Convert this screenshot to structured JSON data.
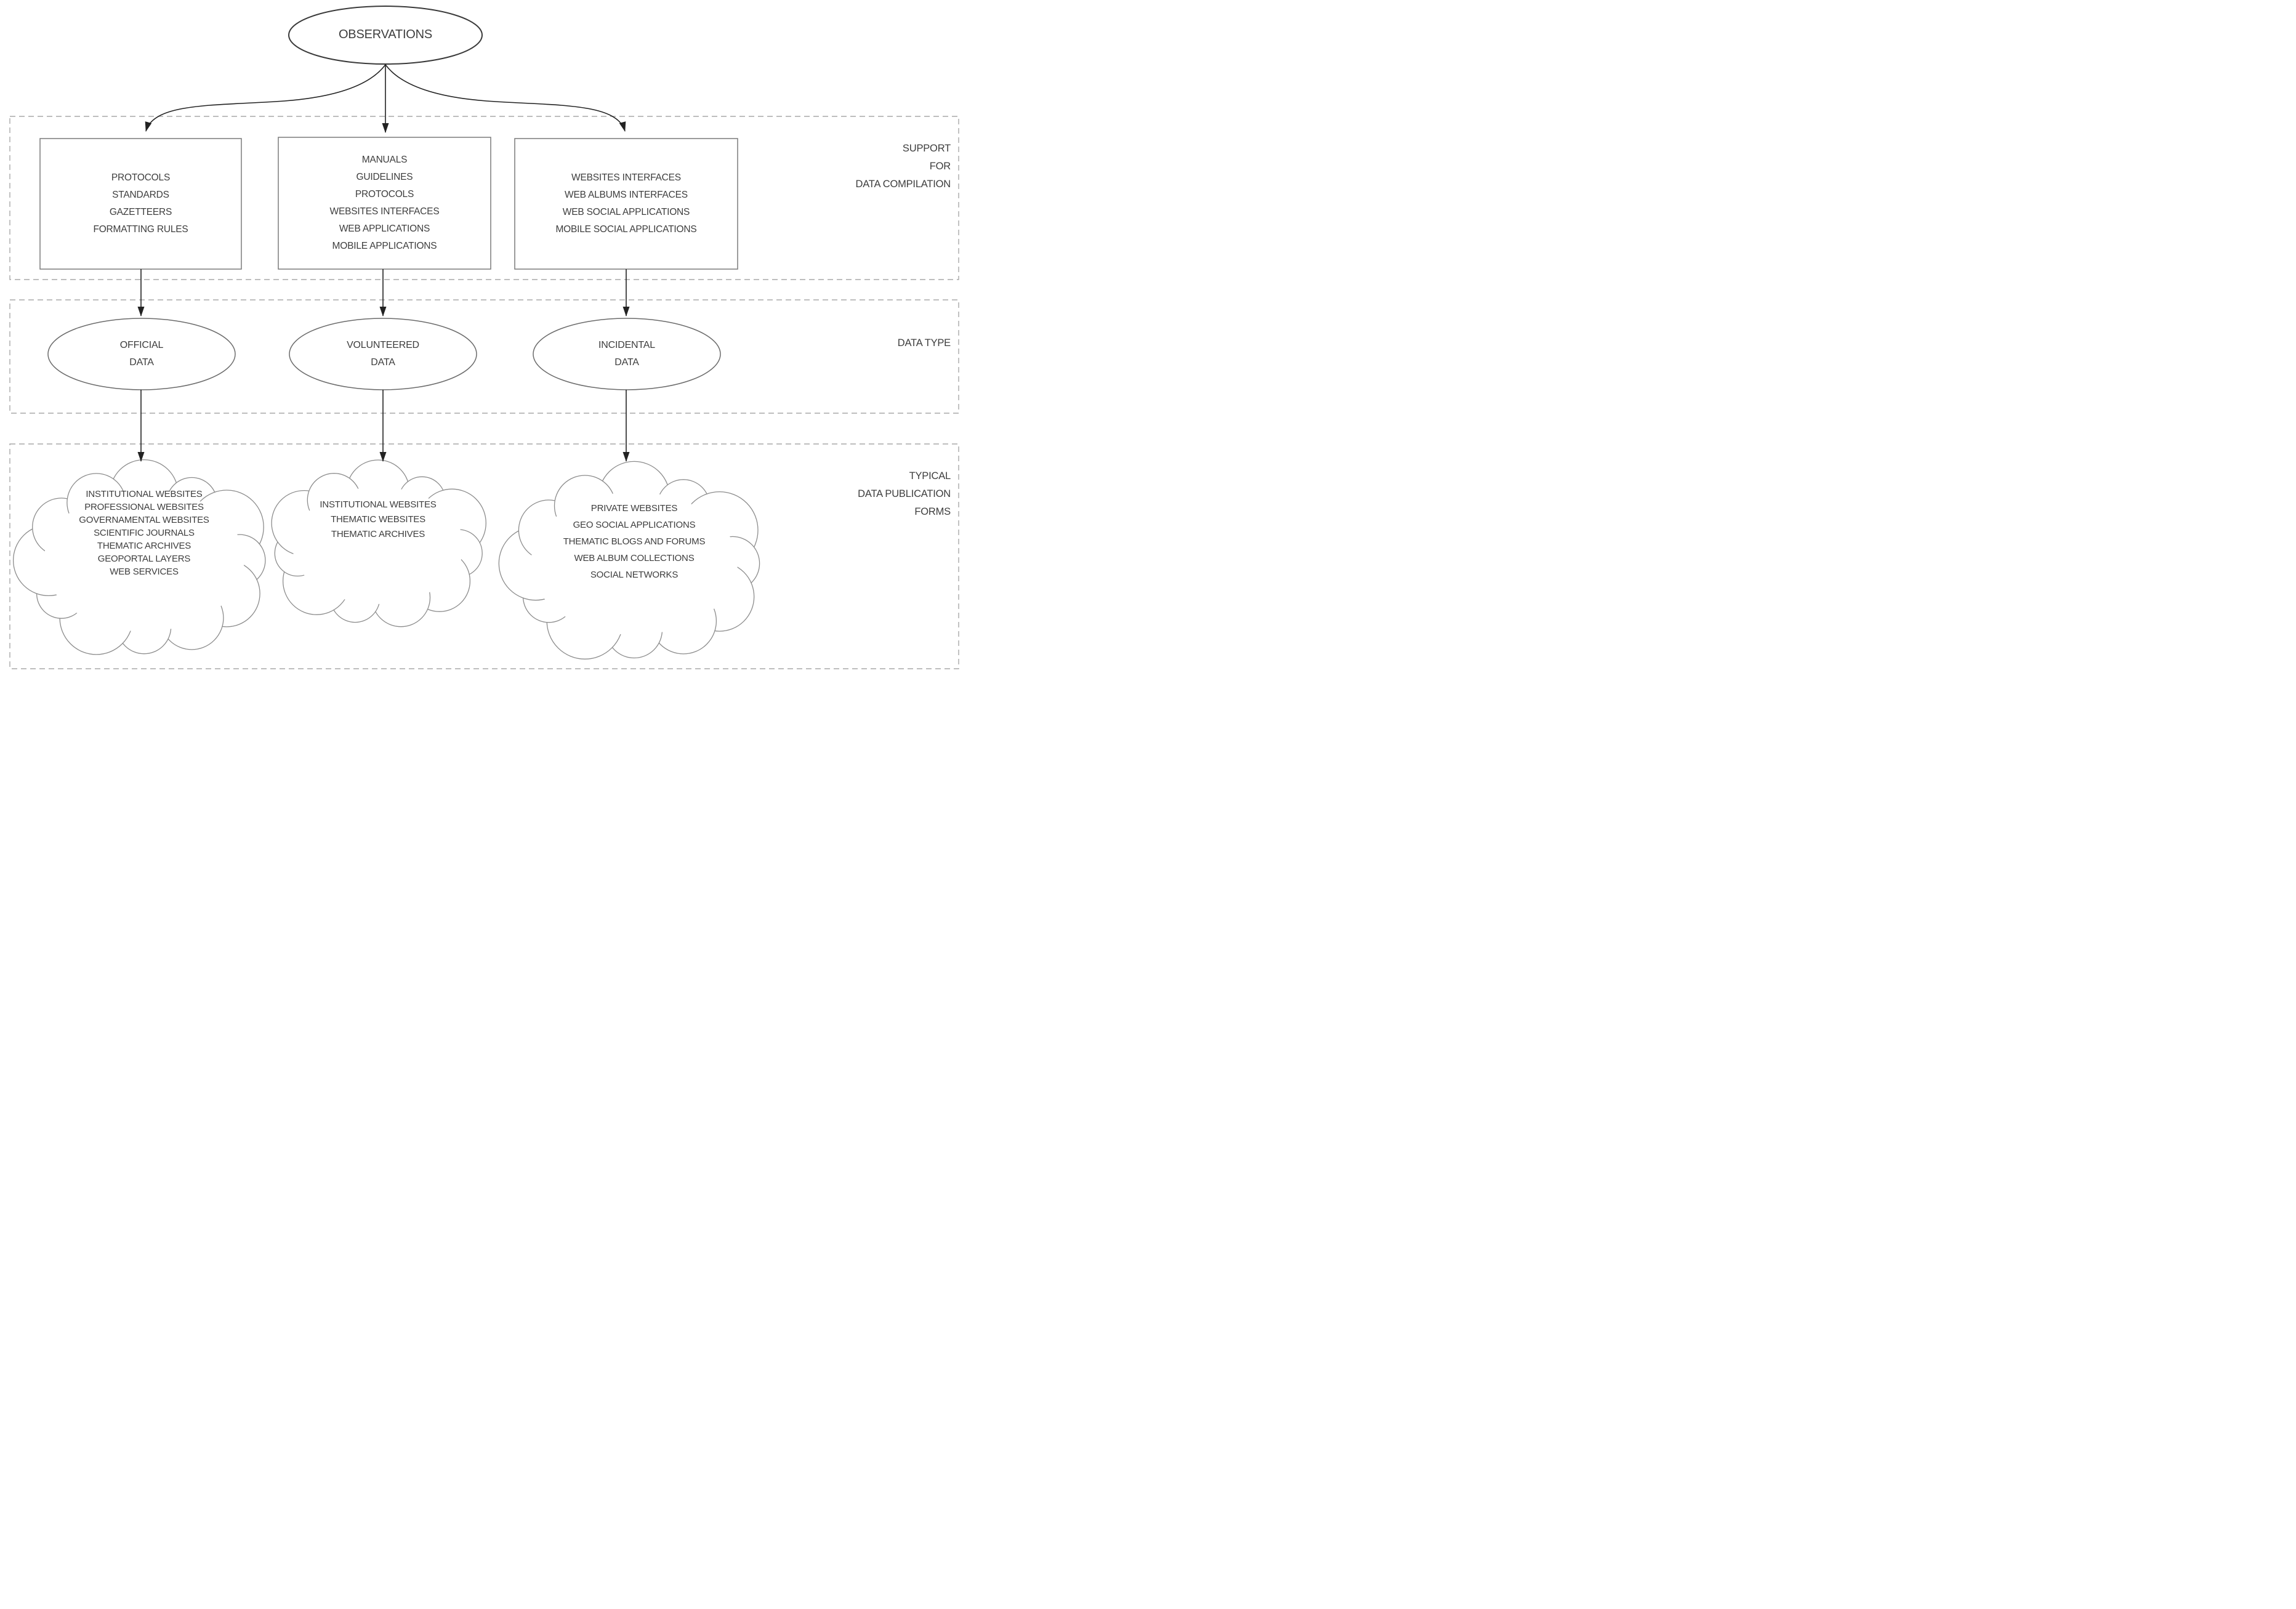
{
  "root": {
    "label": "OBSERVATIONS"
  },
  "sections": [
    {
      "side_label": [
        "SUPPORT",
        "FOR",
        "DATA COMPILATION"
      ]
    },
    {
      "side_label": [
        "DATA TYPE"
      ]
    },
    {
      "side_label": [
        "TYPICAL",
        "DATA PUBLICATION",
        "FORMS"
      ]
    }
  ],
  "support_boxes": [
    {
      "lines": [
        "PROTOCOLS",
        "STANDARDS",
        "GAZETTEERS",
        "FORMATTING RULES"
      ]
    },
    {
      "lines": [
        "MANUALS",
        "GUIDELINES",
        "PROTOCOLS",
        "WEBSITES INTERFACES",
        "WEB APPLICATIONS",
        "MOBILE APPLICATIONS"
      ]
    },
    {
      "lines": [
        "WEBSITES INTERFACES",
        "WEB ALBUMS INTERFACES",
        "WEB SOCIAL APPLICATIONS",
        "MOBILE SOCIAL APPLICATIONS"
      ]
    }
  ],
  "data_types": [
    {
      "lines": [
        "OFFICIAL",
        "DATA"
      ]
    },
    {
      "lines": [
        "VOLUNTEERED",
        "DATA"
      ]
    },
    {
      "lines": [
        "INCIDENTAL",
        "DATA"
      ]
    }
  ],
  "publication_forms": [
    {
      "lines": [
        "INSTITUTIONAL WEBSITES",
        "PROFESSIONAL WEBSITES",
        "GOVERNAMENTAL WEBSITES",
        "SCIENTIFIC JOURNALS",
        "THEMATIC ARCHIVES",
        "GEOPORTAL LAYERS",
        "WEB SERVICES"
      ]
    },
    {
      "lines": [
        "INSTITUTIONAL WEBSITES",
        "THEMATIC WEBSITES",
        "THEMATIC ARCHIVES"
      ]
    },
    {
      "lines": [
        "PRIVATE WEBSITES",
        "GEO SOCIAL APPLICATIONS",
        "THEMATIC BLOGS AND FORUMS",
        "WEB ALBUM COLLECTIONS",
        "SOCIAL NETWORKS"
      ]
    }
  ],
  "colors": {
    "text": "#3d3d3d",
    "arrow": "#222222",
    "box-stroke": "#7a7a7a",
    "ellipse-stroke": "#6b6b6b",
    "root-ellipse-stroke": "#3a3a3a",
    "cloud-stroke": "#8c8c8c",
    "dash-stroke": "#a9a9a9",
    "background": "#ffffff"
  }
}
